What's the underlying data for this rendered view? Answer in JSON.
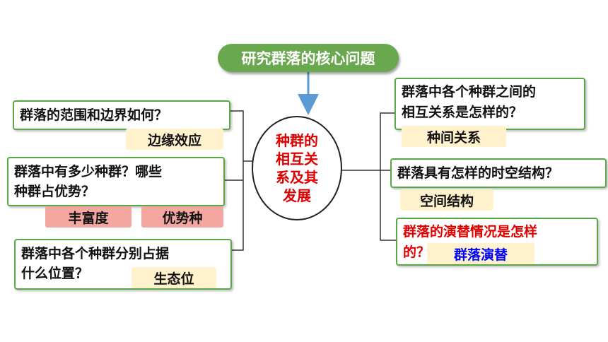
{
  "title": "研究群落的核心问题",
  "center": [
    "种群的",
    "相互关",
    "系及其",
    "发展"
  ],
  "left": {
    "q1": "群落的范围和边界如何？",
    "q1_tag": "边缘效应",
    "q2_line1": "群落中有多少种群？哪些",
    "q2_line2": "种群占优势？",
    "q2_tag1": "丰富度",
    "q2_tag2": "优势种",
    "q3_line1": "群落中各个种群分别占据",
    "q3_line2": "什么位置？",
    "q3_tag": "生态位"
  },
  "right": {
    "q1_line1": "群落中各个种群之间的",
    "q1_line2": "相互关系是怎样的？",
    "q1_tag": "种间关系",
    "q2": "群落具有怎样的时空结构？",
    "q2_tag": "空间结构",
    "q3_line1": "群落的演替情况是怎样",
    "q3_line2": "的？",
    "q3_tag": "群落演替"
  },
  "colors": {
    "accent_green": "#6aa84f",
    "box_border": "#5aa844",
    "arrow_blue": "#5b9bd5",
    "center_text": "#e00000",
    "tag_cream": "#fff2cc",
    "tag_pink": "#f4a6a0"
  }
}
